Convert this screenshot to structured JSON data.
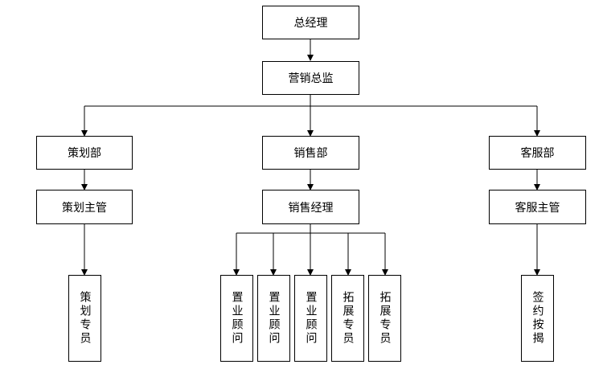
{
  "org_chart": {
    "gm": "总经理",
    "marketing_director": "营销总监",
    "planning_dept": "策划部",
    "sales_dept": "销售部",
    "service_dept": "客服部",
    "planning_supervisor": "策划主管",
    "sales_manager": "销售经理",
    "service_supervisor": "客服主管",
    "planning_specialist": "策划专员",
    "property_consultant_1": "置业顾问",
    "property_consultant_2": "置业顾问",
    "property_consultant_3": "置业顾问",
    "expansion_specialist_1": "拓展专员",
    "expansion_specialist_2": "拓展专员",
    "contract_mortgage": "签约按揭"
  },
  "colors": {
    "line": "#000000",
    "box_border": "#000000",
    "background": "#ffffff"
  }
}
